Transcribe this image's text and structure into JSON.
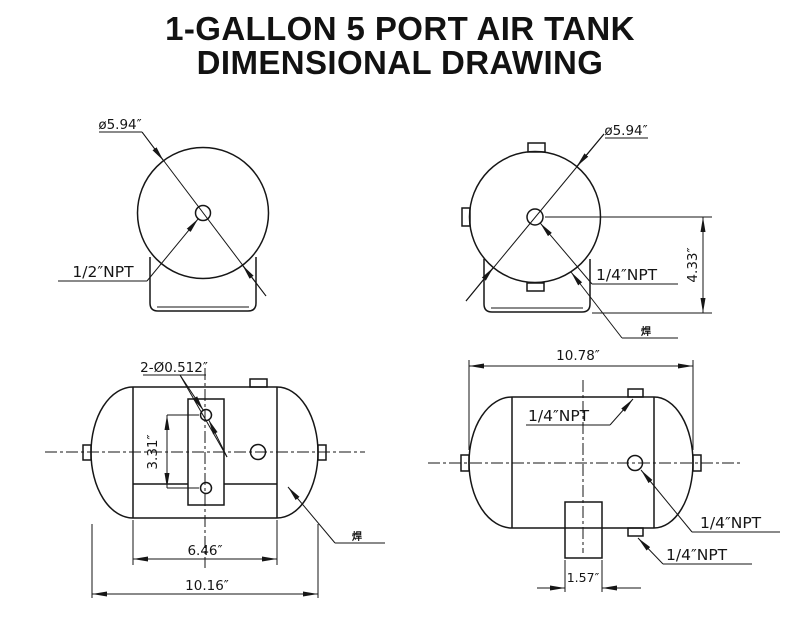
{
  "title": {
    "line1": "1-GALLON 5 PORT AIR TANK",
    "line2": "DIMENSIONAL DRAWING"
  },
  "colors": {
    "ink": "#161616",
    "background": "#ffffff"
  },
  "views": {
    "end_left": {
      "diameter_label": "ø5.94″",
      "center_port_label": "1/2″NPT"
    },
    "end_right": {
      "diameter_label": "ø5.94″",
      "center_port_label": "1/4″NPT",
      "center_height_label": "4.33″",
      "weld_label": "焊"
    },
    "side_left": {
      "bolt_holes_label": "2-Ø0.512″",
      "hole_spacing_label": "3.31″",
      "cylinder_length_label": "6.46″",
      "overall_length_label": "10.16″",
      "weld_label": "焊"
    },
    "side_right": {
      "overall_length_label": "10.78″",
      "top_port_label": "1/4″NPT",
      "side_port_label": "1/4″NPT",
      "bottom_port_label": "1/4″NPT",
      "leg_width_label": "1.57″"
    }
  }
}
